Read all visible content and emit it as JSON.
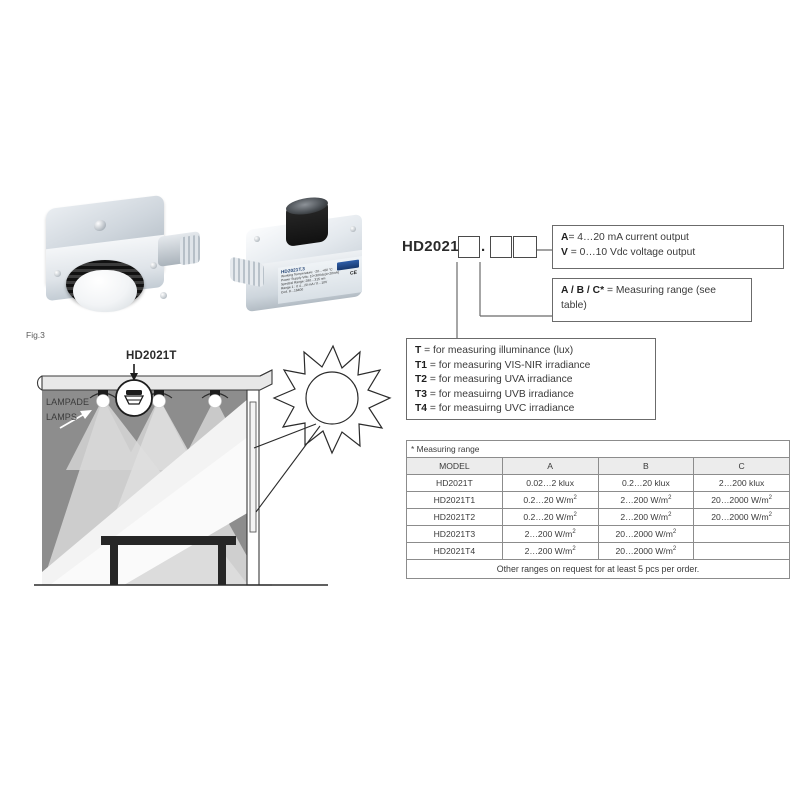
{
  "figure": {
    "caption": "Fig.3",
    "sensor_label": "HD2021T",
    "lamps_label_it": "LAMPADE",
    "lamps_label_en": "LAMPS"
  },
  "photos": {
    "photo1_name": "hd2021-dome-diffuser-photo",
    "photo2_name": "hd2021t3-cylinder-sensor-photo",
    "label": {
      "title": "HD2021T.3",
      "title_suffix": "n° 14  1005016",
      "lines": [
        "Working Temperature: -20…+60 °C",
        "Power Supply Vdc: 10÷30Vdc(4÷20mA)",
        "Spectral Range: 280…315 nm",
        "Range 1 : 0  4…20 mA / 0…10V",
        "Cod. 8…16400"
      ],
      "ce_mark": "CE"
    }
  },
  "ordercode": {
    "prefix": "HD2021",
    "separator": ".",
    "boxes": [
      "",
      "",
      ""
    ],
    "output_box": {
      "line1_code": "A",
      "line1_text": "= 4…20 mA current output",
      "line2_code": "V",
      "line2_text": " = 0…10 Vdc voltage output"
    },
    "range_box": {
      "code": "A / B / C*",
      "text": " = Measuring range (see table)"
    },
    "type_box": {
      "rows": [
        {
          "code": "T",
          "text": " = for measuring illuminance (lux)"
        },
        {
          "code": "T1",
          "text": " = for measuring VIS-NIR irradiance"
        },
        {
          "code": "T2",
          "text": " = for measuring UVA irradiance"
        },
        {
          "code": "T3",
          "text": " = for measuirng UVB irradiance"
        },
        {
          "code": "T4",
          "text": " = for measuirng UVC irradiance"
        }
      ]
    }
  },
  "table": {
    "caption": "* Measuring range",
    "headers": [
      "MODEL",
      "A",
      "B",
      "C"
    ],
    "rows": [
      {
        "model": "HD2021T",
        "a": "0.02…2 klux",
        "a_sup": "",
        "b": "0.2…20 klux",
        "b_sup": "",
        "c": "2…200 klux",
        "c_sup": ""
      },
      {
        "model": "HD2021T1",
        "a": "0.2…20 W/m",
        "a_sup": "2",
        "b": "2…200 W/m",
        "b_sup": "2",
        "c": "20…2000 W/m",
        "c_sup": "2"
      },
      {
        "model": "HD2021T2",
        "a": "0.2…20 W/m",
        "a_sup": "2",
        "b": "2…200 W/m",
        "b_sup": "2",
        "c": "20…2000 W/m",
        "c_sup": "2"
      },
      {
        "model": "HD2021T3",
        "a": "2…200 W/m",
        "a_sup": "2",
        "b": "20…2000 W/m",
        "b_sup": "2",
        "c": "",
        "c_sup": ""
      },
      {
        "model": "HD2021T4",
        "a": "2…200 W/m",
        "a_sup": "2",
        "b": "20…2000 W/m",
        "b_sup": "2",
        "c": "",
        "c_sup": ""
      }
    ],
    "footer": "Other ranges on request for at least 5 pcs per order."
  },
  "colors": {
    "ink": "#3a3a3a",
    "rule": "#8c8c8c",
    "header_fill": "#ececec",
    "wall_dark": "#8d8d8d",
    "beam_light": "#e3e3e3",
    "furniture": "#262626"
  }
}
